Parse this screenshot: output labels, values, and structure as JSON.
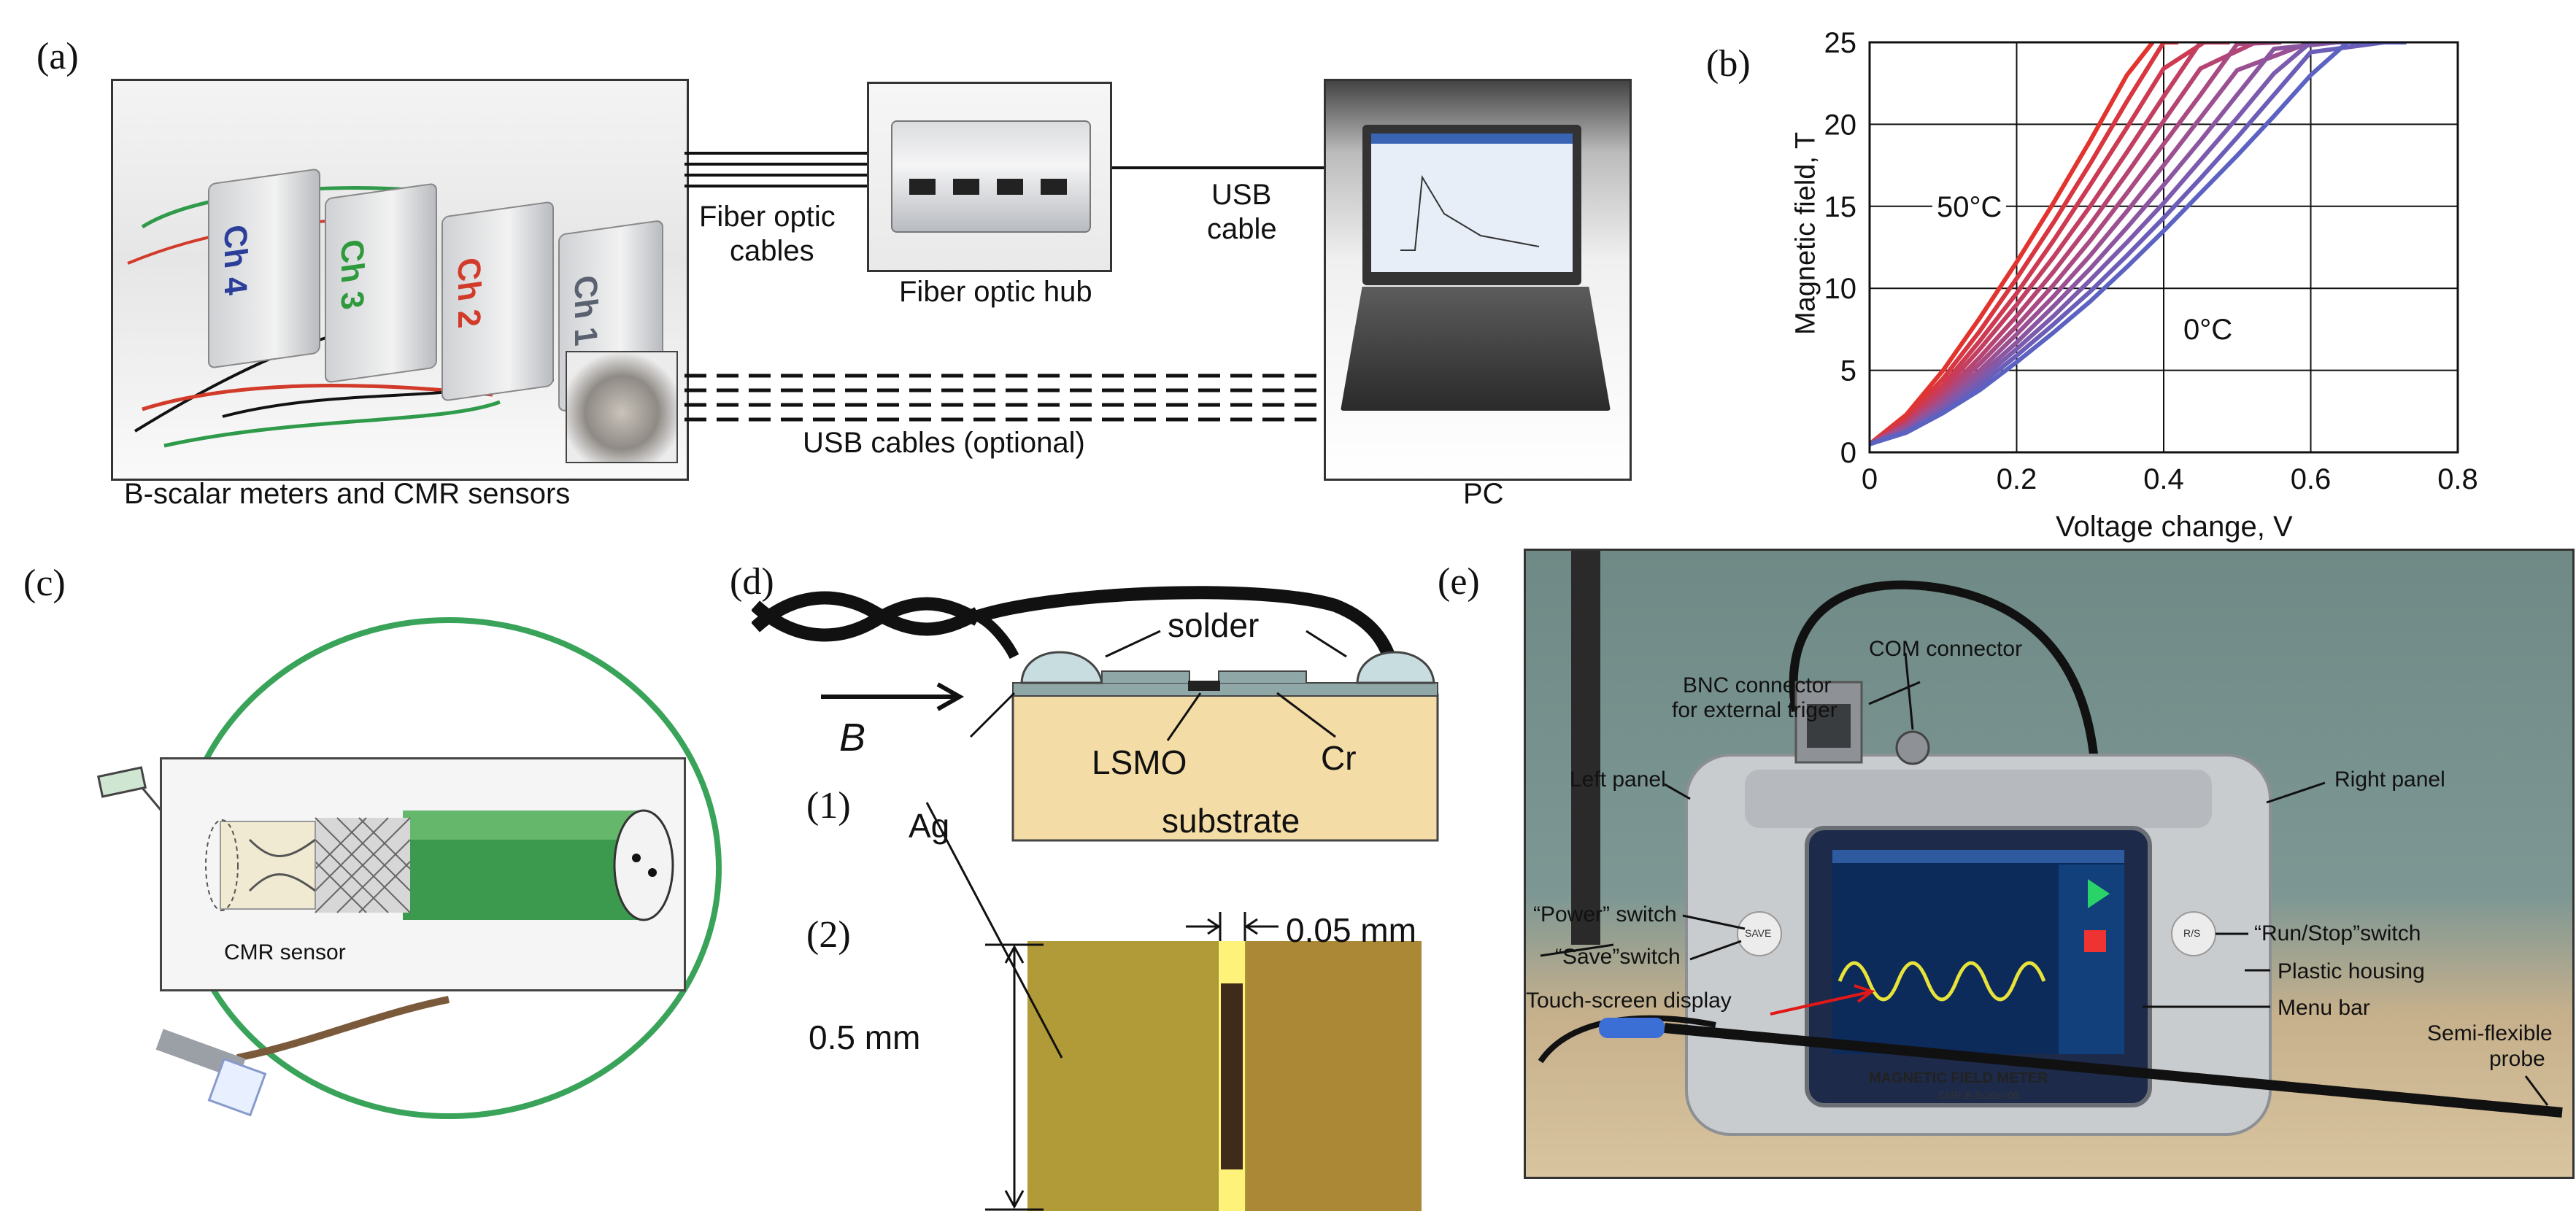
{
  "panels": {
    "a": {
      "label": "(a)",
      "fiber_optic_cables": [
        "Fiber optic",
        "cables"
      ],
      "fiber_optic_hub": "Fiber optic hub",
      "usb_cable": [
        "USB",
        "cable"
      ],
      "usb_cables_optional": "USB cables (optional)",
      "meters_caption": "B-scalar meters and CMR sensors",
      "pc_caption": "PC",
      "meters": [
        {
          "text": "Ch 4",
          "color": "#2b3f9a"
        },
        {
          "text": "Ch 3",
          "color": "#2e9a3c"
        },
        {
          "text": "Ch 2",
          "color": "#d23a2a"
        },
        {
          "text": "Ch 1",
          "color": "#5a6170"
        }
      ]
    },
    "b": {
      "label": "(b)",
      "label_50": "50°C",
      "label_0": "0°C"
    },
    "c": {
      "label": "(c)",
      "cmr_sensor": "CMR sensor"
    },
    "d": {
      "label": "(d)",
      "solder": "solder",
      "b_field": "B",
      "lsmo": "LSMO",
      "cr": "Cr",
      "ag": "Ag",
      "substrate": "substrate",
      "sub1": "(1)",
      "sub2": "(2)",
      "dim_gap": "0.05 mm",
      "dim_height": "0.5 mm"
    },
    "e": {
      "label": "(e)",
      "com_connector": "COM connector",
      "bnc_connector": [
        "BNC connector",
        "for external triger"
      ],
      "left_panel": "Left panel",
      "right_panel": "Right panel",
      "power_switch": "“Power” switch",
      "save_switch": "“Save”switch",
      "run_stop_switch": "“Run/Stop”switch",
      "plastic_housing": "Plastic housing",
      "touch_screen": "Touch-screen display",
      "menu_bar": "Menu bar",
      "semi_flexible_probe": [
        "Semi-flexible",
        "probe"
      ],
      "device_title": "MAGNETIC FIELD METER",
      "device_subtitle": "CMR-B-Scalar-06",
      "btn_save": "SAVE",
      "btn_run": "R/S"
    }
  },
  "chart_data": {
    "type": "line",
    "xlabel": "Voltage change, V",
    "ylabel": "Magnetic field, T",
    "xlim": [
      0,
      0.8
    ],
    "ylim": [
      0,
      25
    ],
    "xticks": [
      0,
      0.2,
      0.4,
      0.6,
      0.8
    ],
    "yticks": [
      0,
      5,
      10,
      15,
      20,
      25
    ],
    "xtick_labels": [
      "0",
      "0.2",
      "0.4",
      "0.6",
      "0.8"
    ],
    "ytick_labels": [
      "0",
      "5",
      "10",
      "15",
      "20",
      "25"
    ],
    "grid": true,
    "annotations": [
      "50°C",
      "0°C"
    ],
    "series": [
      {
        "x": [
          0,
          0.05,
          0.1,
          0.15,
          0.2,
          0.25,
          0.3,
          0.35,
          0.385
        ],
        "y": [
          0.5,
          2.3,
          5.0,
          8.2,
          11.6,
          15.2,
          19.0,
          23.0,
          25
        ],
        "color": "#e2342e"
      },
      {
        "x": [
          0,
          0.05,
          0.1,
          0.15,
          0.2,
          0.25,
          0.3,
          0.35,
          0.4,
          0.42
        ],
        "y": [
          0.5,
          2.1,
          4.5,
          7.4,
          10.6,
          14.0,
          17.6,
          21.4,
          25.0,
          25
        ],
        "color": "#d83640"
      },
      {
        "x": [
          0,
          0.05,
          0.1,
          0.15,
          0.2,
          0.25,
          0.3,
          0.35,
          0.4,
          0.455
        ],
        "y": [
          0.5,
          1.9,
          4.1,
          6.8,
          9.7,
          12.9,
          16.3,
          19.8,
          23.4,
          25
        ],
        "color": "#cd3a52"
      },
      {
        "x": [
          0,
          0.05,
          0.1,
          0.15,
          0.2,
          0.25,
          0.3,
          0.35,
          0.4,
          0.45,
          0.49
        ],
        "y": [
          0.5,
          1.8,
          3.8,
          6.3,
          9.0,
          11.9,
          15.0,
          18.3,
          21.7,
          25.0,
          25
        ],
        "color": "#c23f62"
      },
      {
        "x": [
          0,
          0.05,
          0.1,
          0.15,
          0.2,
          0.25,
          0.3,
          0.35,
          0.4,
          0.45,
          0.525
        ],
        "y": [
          0.5,
          1.7,
          3.5,
          5.8,
          8.3,
          11.0,
          13.9,
          17.0,
          20.2,
          23.4,
          25
        ],
        "color": "#b64472"
      },
      {
        "x": [
          0,
          0.05,
          0.1,
          0.15,
          0.2,
          0.25,
          0.3,
          0.35,
          0.4,
          0.45,
          0.5,
          0.56
        ],
        "y": [
          0.5,
          1.6,
          3.3,
          5.4,
          7.7,
          10.2,
          12.9,
          15.8,
          18.8,
          21.8,
          24.9,
          25
        ],
        "color": "#a94a82"
      },
      {
        "x": [
          0,
          0.05,
          0.1,
          0.15,
          0.2,
          0.25,
          0.3,
          0.35,
          0.4,
          0.45,
          0.5,
          0.6
        ],
        "y": [
          0.5,
          1.5,
          3.1,
          5.0,
          7.2,
          9.5,
          12.0,
          14.7,
          17.5,
          20.4,
          23.3,
          25
        ],
        "color": "#9b5092"
      },
      {
        "x": [
          0,
          0.05,
          0.1,
          0.15,
          0.2,
          0.25,
          0.3,
          0.35,
          0.4,
          0.45,
          0.5,
          0.55,
          0.635
        ],
        "y": [
          0.5,
          1.4,
          2.9,
          4.7,
          6.7,
          8.9,
          11.2,
          13.7,
          16.3,
          19.0,
          21.8,
          24.6,
          25
        ],
        "color": "#8c55a0"
      },
      {
        "x": [
          0,
          0.05,
          0.1,
          0.15,
          0.2,
          0.25,
          0.3,
          0.35,
          0.4,
          0.45,
          0.5,
          0.55,
          0.6,
          0.67
        ],
        "y": [
          0.5,
          1.3,
          2.7,
          4.4,
          6.3,
          8.3,
          10.5,
          12.8,
          15.2,
          17.8,
          20.4,
          23.1,
          25.0,
          25
        ],
        "color": "#7c5aad"
      },
      {
        "x": [
          0,
          0.05,
          0.1,
          0.15,
          0.2,
          0.25,
          0.3,
          0.35,
          0.4,
          0.45,
          0.5,
          0.55,
          0.6,
          0.7
        ],
        "y": [
          0.5,
          1.25,
          2.5,
          4.1,
          5.9,
          7.8,
          9.8,
          12.0,
          14.3,
          16.7,
          19.2,
          21.8,
          24.4,
          25
        ],
        "color": "#6c5eb8"
      },
      {
        "x": [
          0,
          0.05,
          0.1,
          0.15,
          0.2,
          0.25,
          0.3,
          0.35,
          0.4,
          0.45,
          0.5,
          0.55,
          0.6,
          0.65,
          0.73
        ],
        "y": [
          0.5,
          1.2,
          2.4,
          3.8,
          5.5,
          7.3,
          9.2,
          11.3,
          13.5,
          15.8,
          18.1,
          20.5,
          23.0,
          25.0,
          25
        ],
        "color": "#5c62c2"
      }
    ]
  }
}
